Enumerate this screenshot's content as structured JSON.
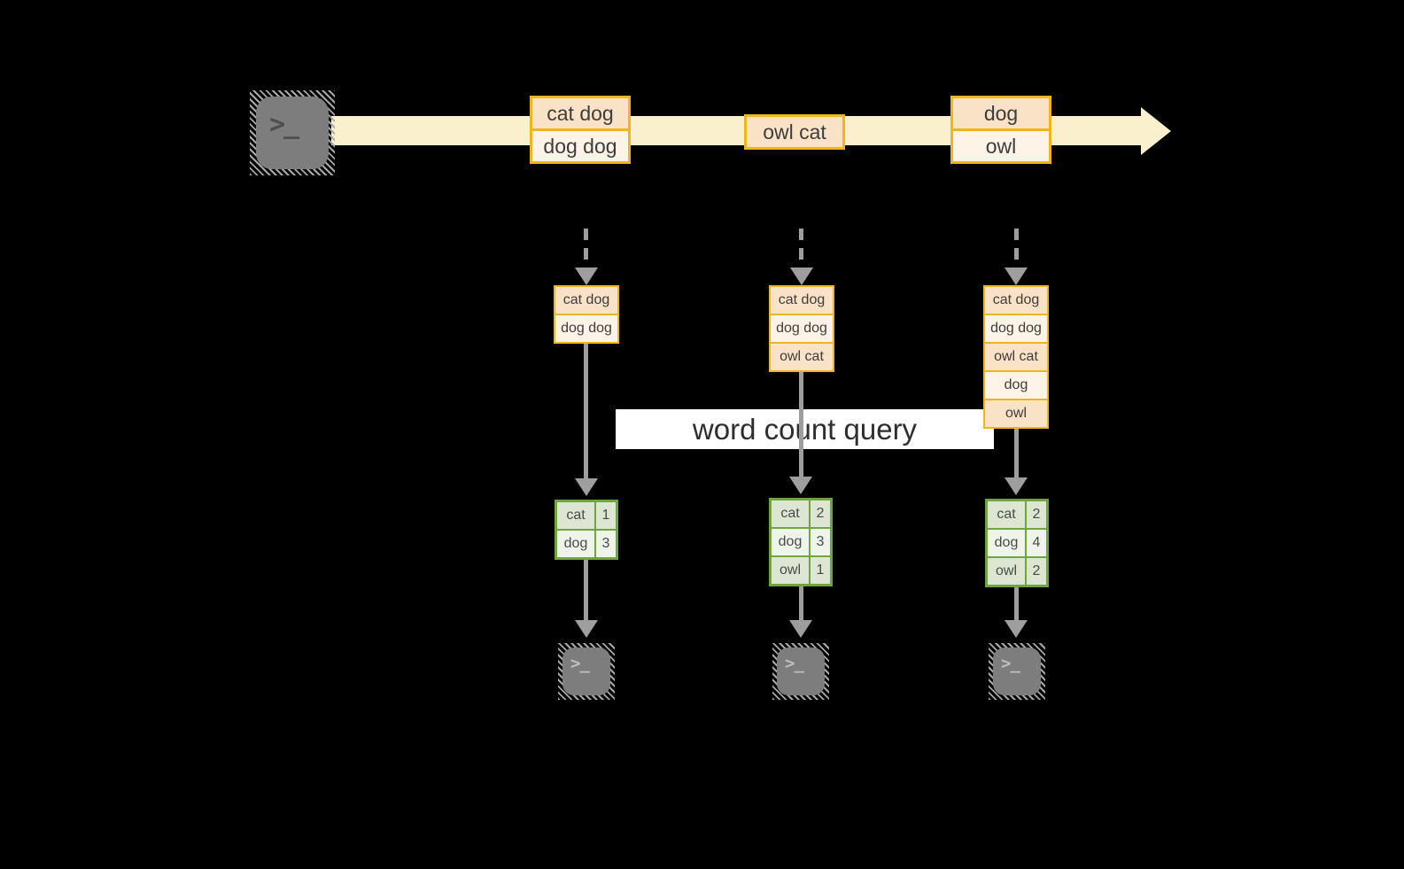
{
  "label": {
    "text": "word count query"
  },
  "timeline": {
    "events": [
      {
        "rows": [
          "cat dog",
          "dog dog"
        ]
      },
      {
        "rows": [
          "owl cat"
        ]
      },
      {
        "rows": [
          "dog",
          "owl"
        ]
      }
    ]
  },
  "columns": [
    {
      "state": [
        "cat dog",
        "dog dog"
      ],
      "counts": [
        {
          "word": "cat",
          "count": "1"
        },
        {
          "word": "dog",
          "count": "3"
        }
      ]
    },
    {
      "state": [
        "cat dog",
        "dog dog",
        "owl cat"
      ],
      "counts": [
        {
          "word": "cat",
          "count": "2"
        },
        {
          "word": "dog",
          "count": "3"
        },
        {
          "word": "owl",
          "count": "1"
        }
      ]
    },
    {
      "state": [
        "cat dog",
        "dog dog",
        "owl cat",
        "dog",
        "owl"
      ],
      "counts": [
        {
          "word": "cat",
          "count": "2"
        },
        {
          "word": "dog",
          "count": "4"
        },
        {
          "word": "owl",
          "count": "2"
        }
      ]
    }
  ],
  "icons": {
    "source": "terminal-icon",
    "outputs": [
      "terminal-icon",
      "terminal-icon",
      "terminal-icon"
    ],
    "prompt_glyph": ">_"
  },
  "colors": {
    "amber": "#F0B41E",
    "peach": "#FAE2C6",
    "cream": "#FDF3E6",
    "band": "#FBF0CE",
    "green": "#6FA53F",
    "green_dark_cell": "#DCE6D2",
    "green_light_cell": "#EFF4EB",
    "arrow_gray": "#9E9E9E",
    "label_bg": "#FFFFFF",
    "ink": "#3D3D3D",
    "icon_gray": "#7D7D7D",
    "icon_hatch": "#A8A8A8"
  }
}
